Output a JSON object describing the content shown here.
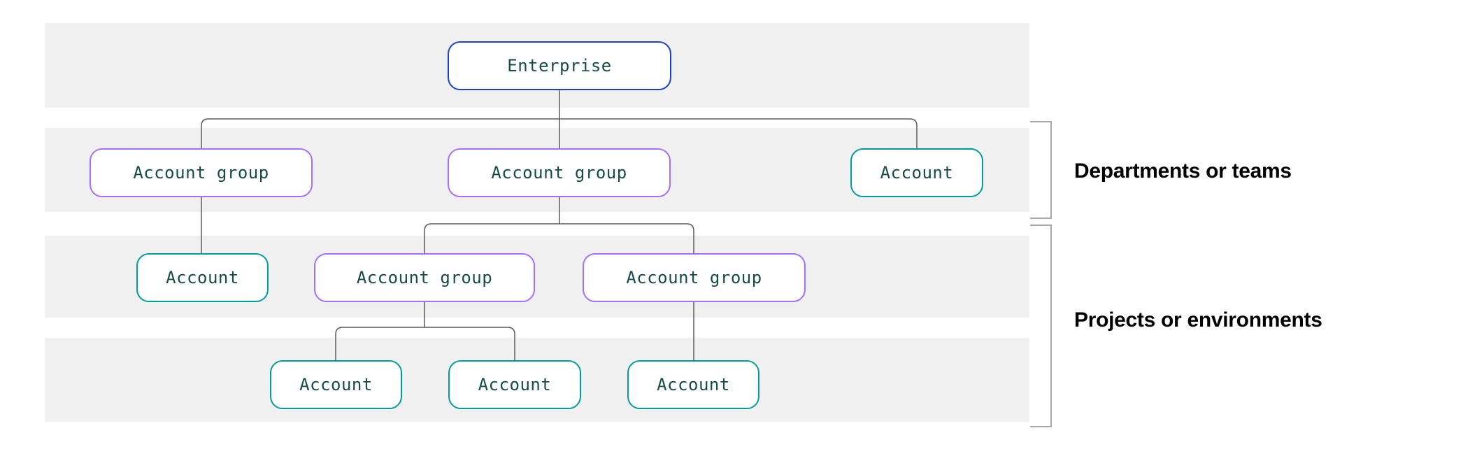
{
  "diagram": {
    "nodes": [
      {
        "id": "enterprise",
        "label": "Enterprise",
        "level": 1
      },
      {
        "id": "account-group-1",
        "label": "Account group",
        "level": 2
      },
      {
        "id": "account-group-2",
        "label": "Account group",
        "level": 2
      },
      {
        "id": "account-1",
        "label": "Account",
        "level": 2
      },
      {
        "id": "account-2",
        "label": "Account",
        "level": 3
      },
      {
        "id": "account-group-3",
        "label": "Account group",
        "level": 3
      },
      {
        "id": "account-group-4",
        "label": "Account group",
        "level": 3
      },
      {
        "id": "account-3",
        "label": "Account",
        "level": 4
      },
      {
        "id": "account-4",
        "label": "Account",
        "level": 4
      },
      {
        "id": "account-5",
        "label": "Account",
        "level": 4
      }
    ],
    "hierarchy": [
      {
        "parent": "enterprise",
        "children": [
          "account-group-1",
          "account-group-2",
          "account-1"
        ]
      },
      {
        "parent": "account-group-1",
        "children": [
          "account-2"
        ]
      },
      {
        "parent": "account-group-2",
        "children": [
          "account-group-3",
          "account-group-4"
        ]
      },
      {
        "parent": "account-group-3",
        "children": [
          "account-3",
          "account-4"
        ]
      },
      {
        "parent": "account-group-4",
        "children": [
          "account-5"
        ]
      }
    ],
    "annotations": [
      {
        "id": "departments",
        "label": "Departments or teams"
      },
      {
        "id": "projects",
        "label": "Projects or environments"
      }
    ],
    "colors": {
      "enterprise_border": "#1d40c8",
      "account_group_border": "#a56eff",
      "account_border": "#009d9a",
      "node_text": "#164c44",
      "band_background": "#f0f0f0",
      "connector_line": "#5a5a5a",
      "bracket_line": "#a8a8a8",
      "annotation_text": "#000000"
    }
  }
}
